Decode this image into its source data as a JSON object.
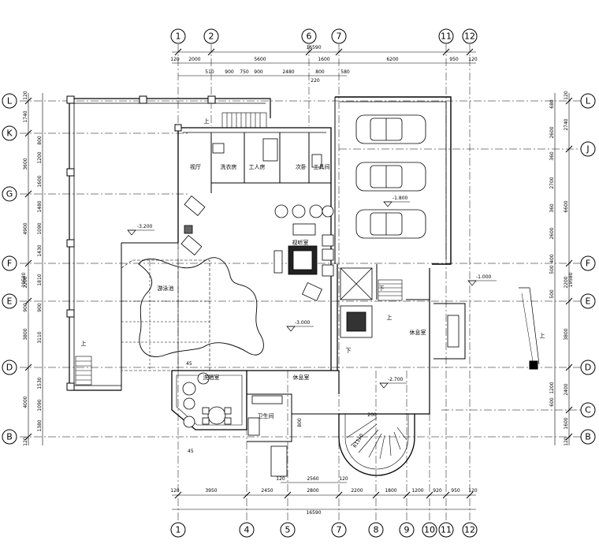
{
  "axes": {
    "top": [
      "1",
      "2",
      "6",
      "7",
      "11",
      "12"
    ],
    "bottom": [
      "1",
      "4",
      "5",
      "7",
      "8",
      "9",
      "10",
      "11",
      "12"
    ],
    "left": [
      "L",
      "K",
      "G",
      "F",
      "E",
      "D",
      "B"
    ],
    "right": [
      "L",
      "J",
      "F",
      "E",
      "D",
      "C",
      "B"
    ]
  },
  "dims": {
    "top_total": "16590",
    "top_row1": [
      "120",
      "2000",
      "5600",
      "1600",
      "6200",
      "950",
      "120"
    ],
    "top_row2": [
      "510",
      "900",
      "750",
      "900",
      "2480",
      "800",
      "580"
    ],
    "top_mid": "220",
    "bottom_total": "16590",
    "bottom_row1": [
      "120",
      "3950",
      "2450",
      "2800",
      "2200",
      "1800",
      "1200",
      "920",
      "950",
      "120"
    ],
    "bottom_row2": [
      "120",
      "2560",
      "120"
    ],
    "left_total": "19580",
    "left_outer": [
      "120",
      "1740",
      "3600",
      "4900",
      "2200",
      "900",
      "3800",
      "4000",
      "120"
    ],
    "left_inner": [
      "800",
      "1200",
      "1600",
      "1480",
      "1090",
      "1430",
      "1810",
      "900",
      "3110",
      "1530",
      "1090",
      "1380"
    ],
    "right_total": "19580",
    "right_outer": [
      "120",
      "2740",
      "6600",
      "2200",
      "3800",
      "2400",
      "1600",
      "120"
    ],
    "right_inner": [
      "680",
      "2600",
      "360",
      "2700",
      "360",
      "2600",
      "400",
      "500",
      "500",
      "1200",
      "600"
    ]
  },
  "rooms": {
    "r1": "视厅",
    "r2": "洗衣房",
    "r3": "工人房",
    "r4": "次卧",
    "r5": "工具间",
    "r6": "游泳池",
    "r7": "视听室",
    "r8": "休息室",
    "r9": "洗晒室",
    "r10": "休息室",
    "r11": "卫生间"
  },
  "levels": {
    "l1": "-3.200",
    "l2": "-1.800",
    "l3": "-1.000",
    "l4": "-3.000",
    "l5": "-2.700"
  },
  "marks": {
    "up1": "上",
    "up2": "上",
    "up3": "上",
    "up4": "上",
    "down1": "下",
    "down2": "下",
    "d45a": "45",
    "d45b": "45",
    "d800": "800",
    "d200": "200",
    "dR": "R1120"
  }
}
